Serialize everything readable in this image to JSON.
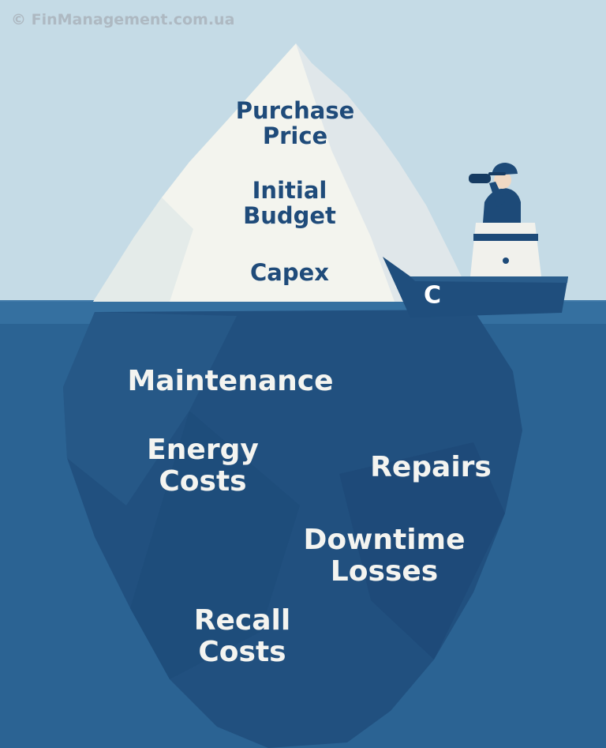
{
  "watermark": "© FinManagement.com.ua",
  "above_water": {
    "purchase_price": [
      "Purchase",
      "Price"
    ],
    "initial_budget": [
      "Initial",
      "Budget"
    ],
    "capex": "Capex"
  },
  "below_water": {
    "maintenance": "Maintenance",
    "energy_costs": [
      "Energy",
      "Costs"
    ],
    "repairs": "Repairs",
    "downtime_losses": [
      "Downtime",
      "Losses"
    ],
    "recall_costs": [
      "Recall",
      "Costs"
    ]
  },
  "boat": {
    "hull_letter": "C"
  },
  "colors": {
    "sky": "#c5dbe6",
    "sea_surface": "#2d6696",
    "sea_deep": "#24588a",
    "iceberg_top": "#f3f4ee",
    "iceberg_shade": "#dfe8ea",
    "iceberg_underwater": "#20507e",
    "navy": "#1d4a78",
    "text_above": "#1f4b7a",
    "text_below": "#f4f4f0",
    "watermark": "#aeb9c2"
  }
}
